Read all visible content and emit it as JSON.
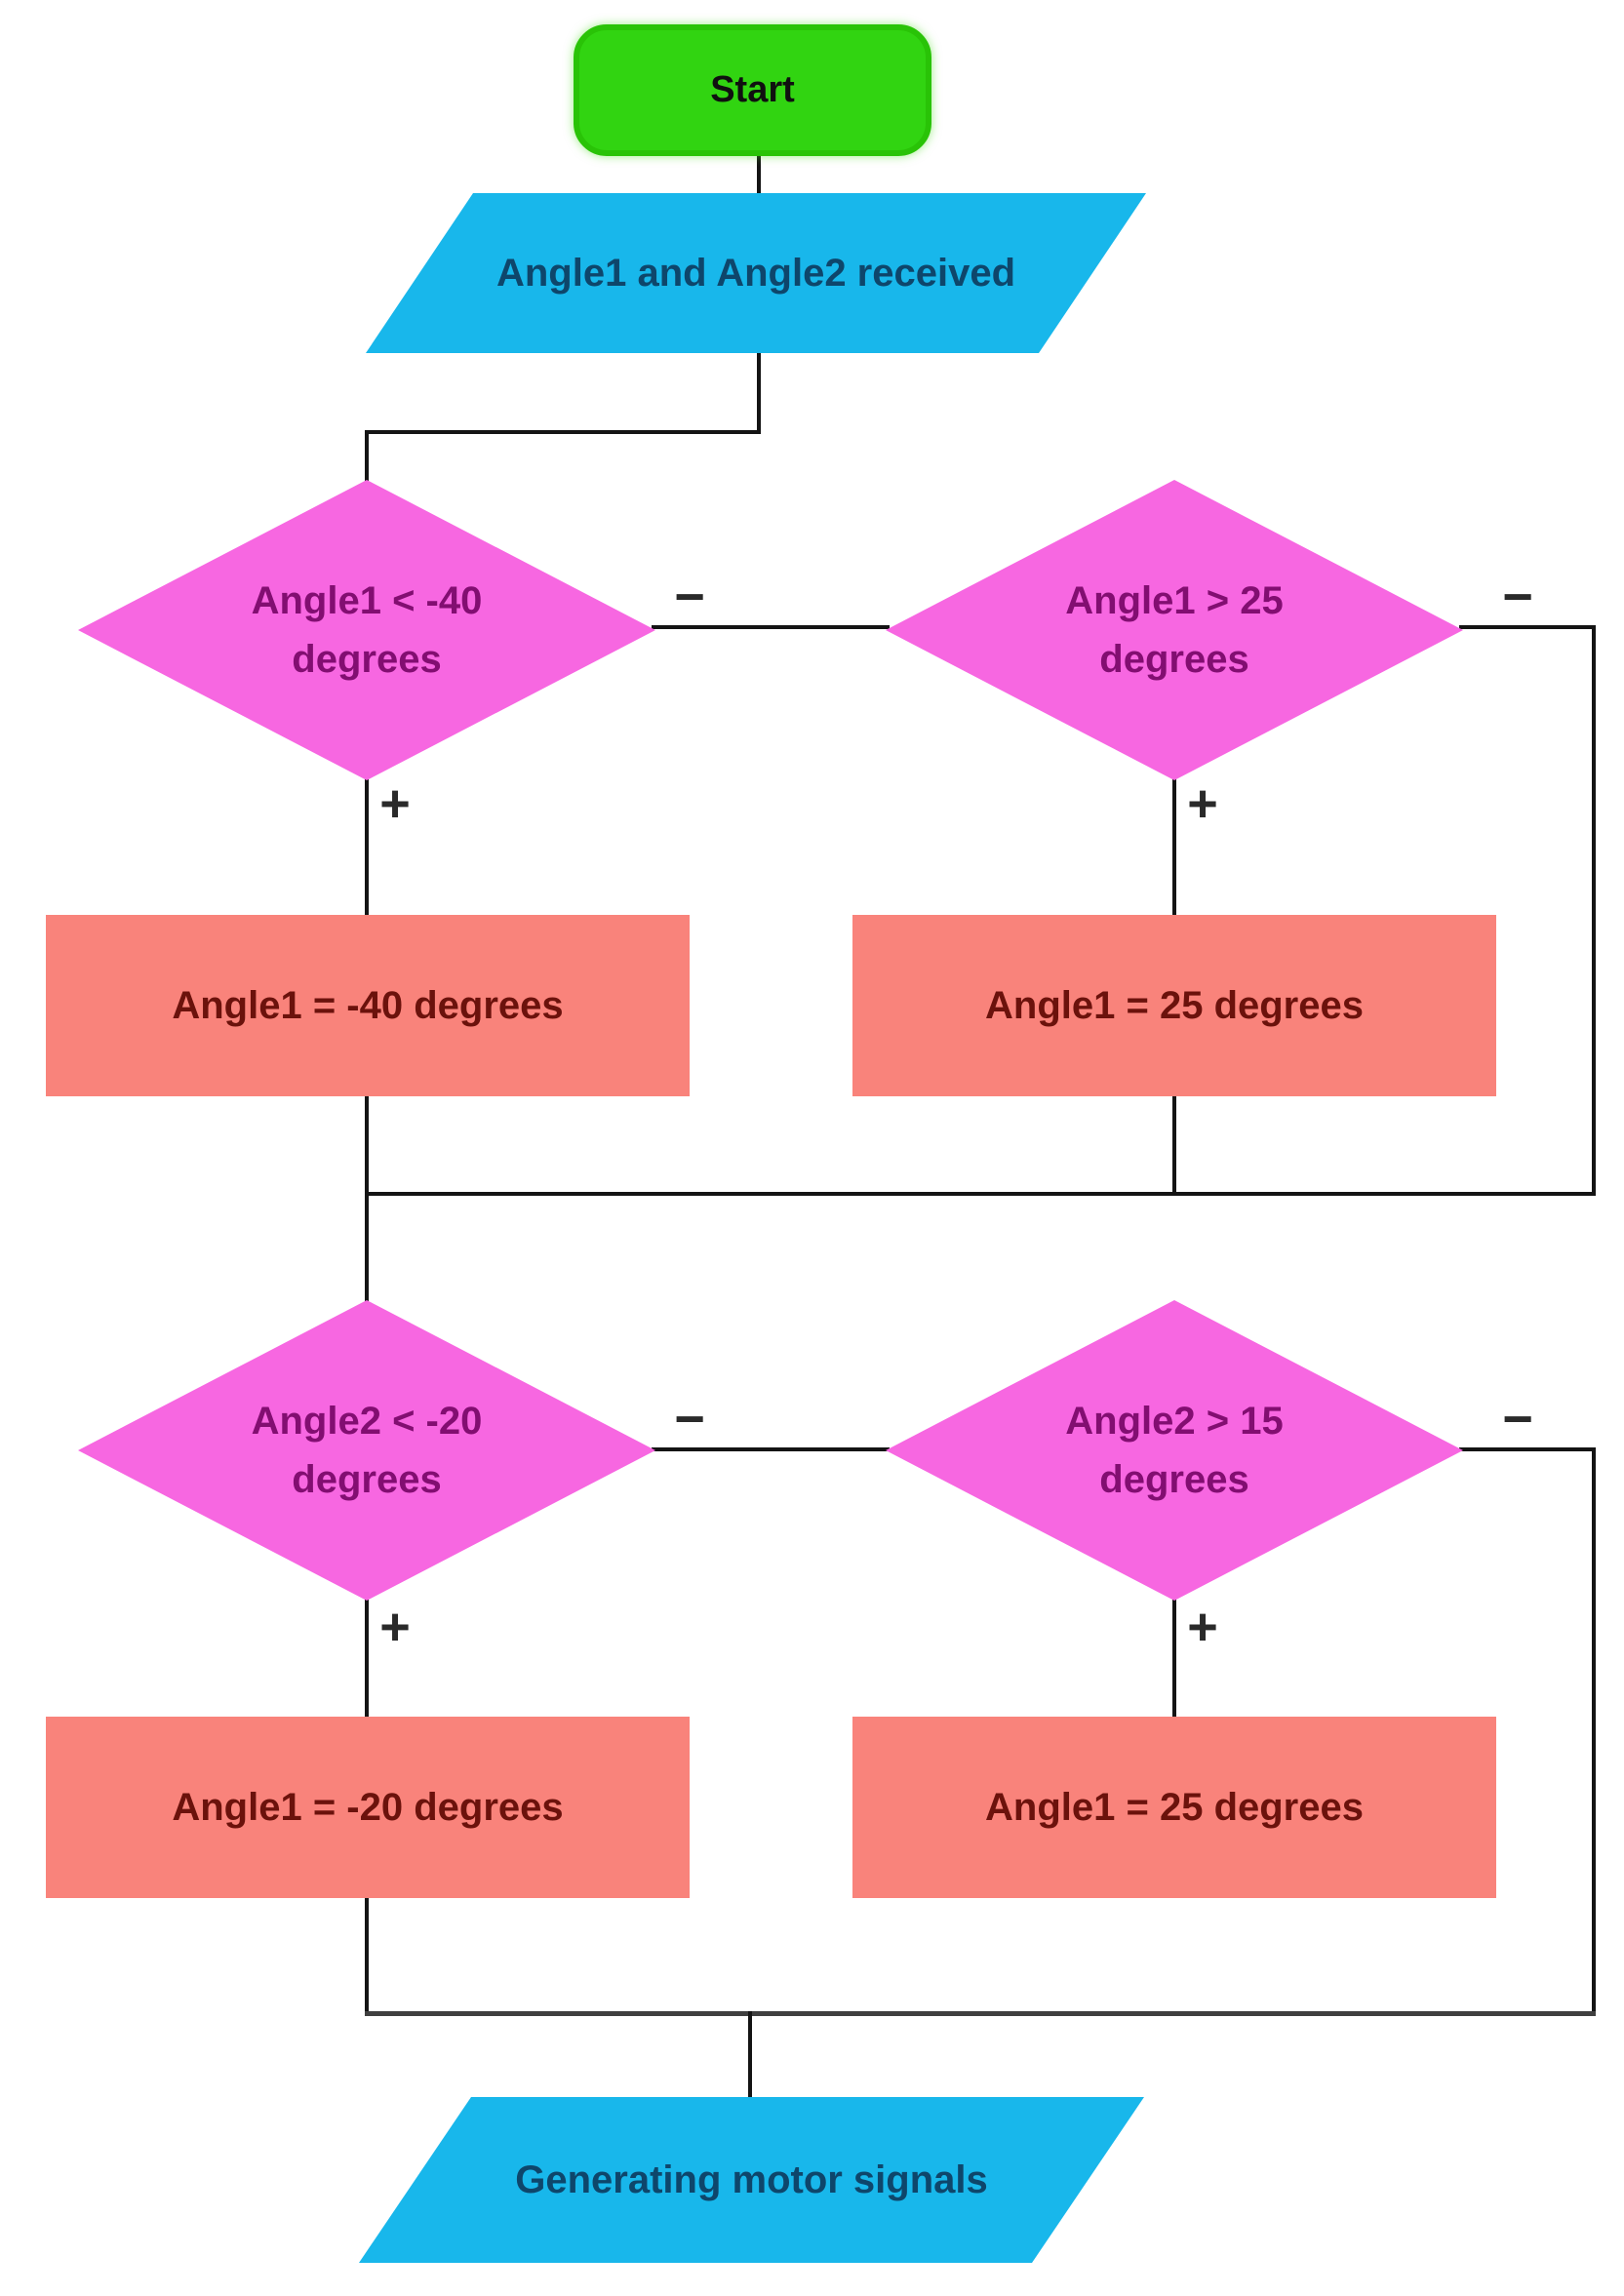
{
  "diagram": {
    "type": "flowchart",
    "background": "#ffffff",
    "colors": {
      "terminator_fill": "#31d411",
      "terminator_border": "#29c307",
      "io_fill": "#18b7eb",
      "io_text": "#0e466b",
      "decision_fill": "#f767e1",
      "decision_text": "#820e71",
      "process_fill": "#f9837b",
      "process_text": "#6b120c",
      "connector": "#141414"
    },
    "nodes": {
      "start": {
        "label": "Start",
        "shape": "rounded-terminator"
      },
      "input": {
        "label": "Angle1 and Angle2 received",
        "shape": "parallelogram"
      },
      "decision1": {
        "line1": "Angle1 < -40",
        "line2": "degrees",
        "shape": "diamond"
      },
      "decision2": {
        "line1": "Angle1 > 25",
        "line2": "degrees",
        "shape": "diamond"
      },
      "process1": {
        "label": "Angle1 = -40 degrees",
        "shape": "rectangle"
      },
      "process2": {
        "label": "Angle1 = 25 degrees",
        "shape": "rectangle"
      },
      "decision3": {
        "line1": "Angle2 < -20",
        "line2": "degrees",
        "shape": "diamond"
      },
      "decision4": {
        "line1": "Angle2 > 15",
        "line2": "degrees",
        "shape": "diamond"
      },
      "process3": {
        "label": "Angle1 = -20 degrees",
        "shape": "rectangle"
      },
      "process4": {
        "label": "Angle1 = 25 degrees",
        "shape": "rectangle"
      },
      "output": {
        "label": "Generating motor signals",
        "shape": "parallelogram"
      }
    },
    "edge_labels": {
      "plus": "+",
      "minus": "−"
    }
  }
}
